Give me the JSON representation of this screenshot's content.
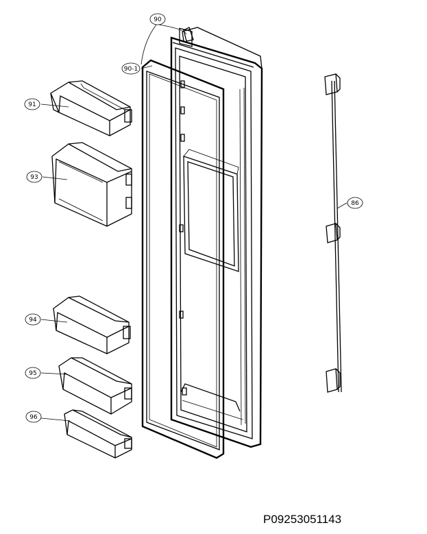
{
  "drawing_id": "P09253051143",
  "callouts": [
    {
      "id": "c90",
      "label": "90"
    },
    {
      "id": "c90-1",
      "label": "90-1"
    },
    {
      "id": "c91",
      "label": "91"
    },
    {
      "id": "c93",
      "label": "93"
    },
    {
      "id": "c94",
      "label": "94"
    },
    {
      "id": "c95",
      "label": "95"
    },
    {
      "id": "c96",
      "label": "96"
    },
    {
      "id": "c86",
      "label": "86"
    }
  ]
}
